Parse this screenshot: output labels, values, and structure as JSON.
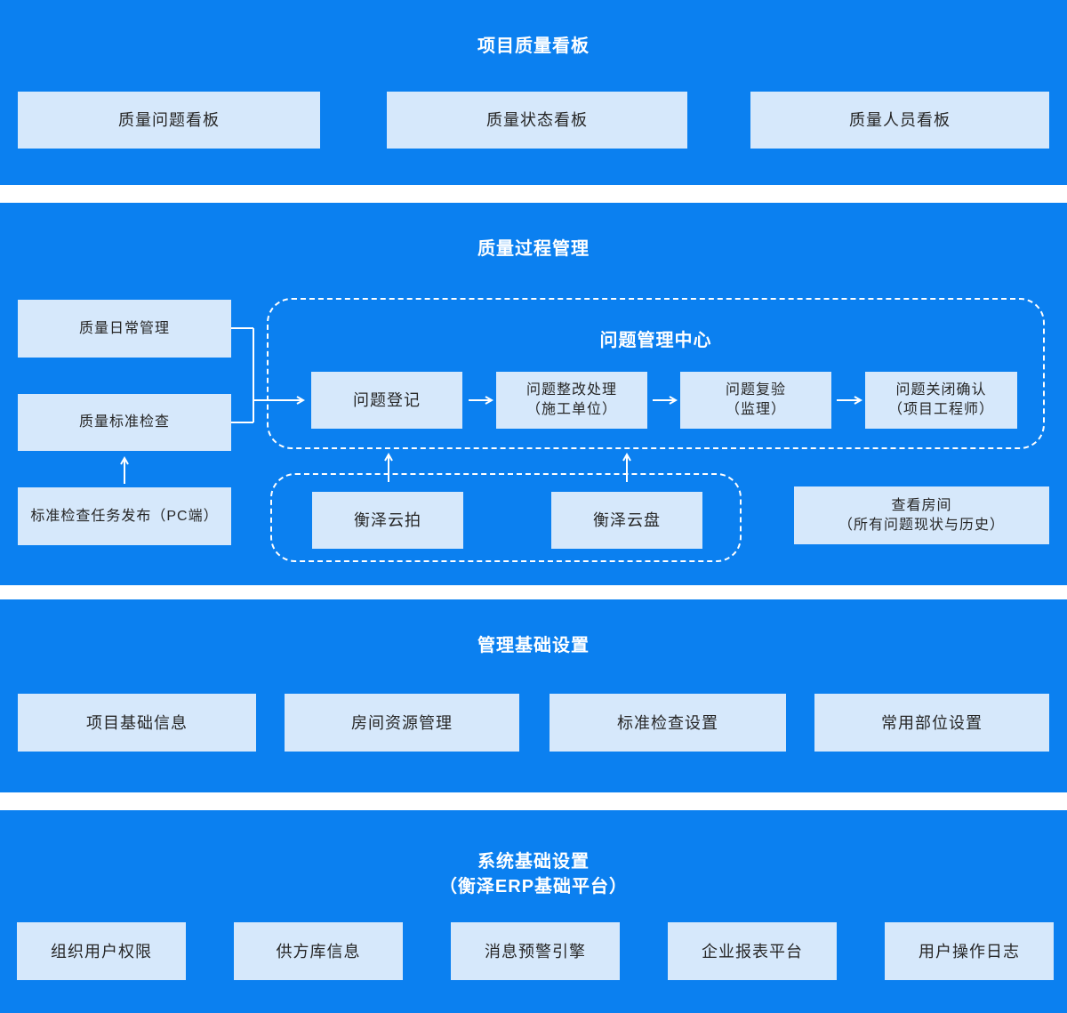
{
  "colors": {
    "band_blue": "#0B80F0",
    "box_background": "#D6E8FB",
    "box_text": "#262626",
    "title_text": "#FFFFFF"
  },
  "dashboard": {
    "title": "项目质量看板",
    "boxes": [
      "质量问题看板",
      "质量状态看板",
      "质量人员看板"
    ]
  },
  "process": {
    "title": "质量过程管理",
    "daily": "质量日常管理",
    "standard_check": "质量标准检查",
    "task_publish": "标准检查任务发布（PC端）",
    "center_title": "问题管理中心",
    "flow": [
      {
        "line1": "问题登记"
      },
      {
        "line1": "问题整改处理",
        "line2": "（施工单位）"
      },
      {
        "line1": "问题复验",
        "line2": "（监理）"
      },
      {
        "line1": "问题关闭确认",
        "line2": "（项目工程师）"
      }
    ],
    "tools": [
      "衡泽云拍",
      "衡泽云盘"
    ],
    "room_view": {
      "line1": "查看房间",
      "line2": "（所有问题现状与历史）"
    }
  },
  "settings": {
    "title": "管理基础设置",
    "boxes": [
      "项目基础信息",
      "房间资源管理",
      "标准检查设置",
      "常用部位设置"
    ]
  },
  "system": {
    "title_line1": "系统基础设置",
    "title_line2": "（衡泽ERP基础平台）",
    "boxes": [
      "组织用户权限",
      "供方库信息",
      "消息预警引擎",
      "企业报表平台",
      "用户操作日志"
    ]
  }
}
